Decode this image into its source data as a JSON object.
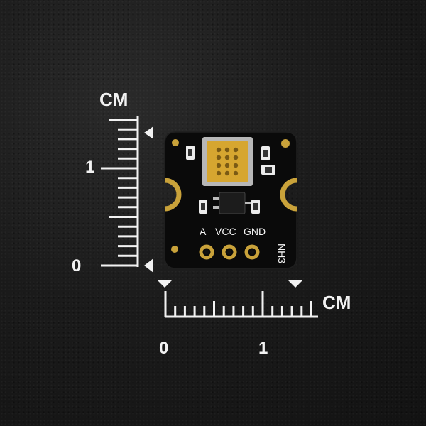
{
  "photo": {
    "subject": "gas sensor breakout board with centimeter scales",
    "colors": {
      "background": "#1c1c1c",
      "pcb": "#0b0b0b",
      "gold": "#c9a23a",
      "silkscreen": "#f4f4f4"
    }
  },
  "scales": {
    "vertical": {
      "unit": "CM",
      "zero": "0",
      "one": "1"
    },
    "horizontal": {
      "unit": "CM",
      "zero": "0",
      "one": "1"
    }
  },
  "board": {
    "pins": {
      "a": "A",
      "vcc": "VCC",
      "gnd": "GND"
    },
    "model": "NH3"
  }
}
